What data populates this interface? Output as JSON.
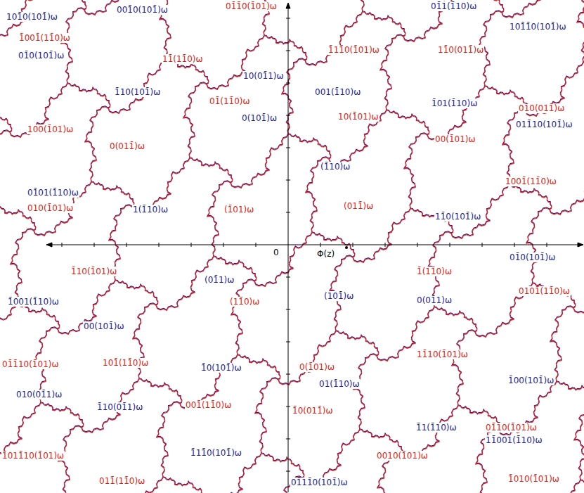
{
  "diagram": {
    "labels": [
      "101̄0(101̄)ω",
      "001̄0(101̄)ω",
      "01̄1̄0(1̄01)ω",
      "01̄1(1̄10)ω",
      "101̄1̄0(101̄)ω",
      "1̄001̄(11̄0)ω",
      "01̄0(101̄)ω",
      "11̄(11̄0)ω",
      "1̄11̄0(1̄01)ω",
      "11̄0(011̄)ω",
      "10(01̄1)ω",
      "1̄10(101̄)ω",
      "001(1̄10)ω",
      "01̄(11̄0)ω",
      "01̄0(011̄)ω",
      "1̄01(1̄10)ω",
      "100(1̄01)ω",
      "0(101̄)ω",
      "10(1̄01)ω",
      "011̄10(101̄)ω",
      "0(011̄)ω",
      "00(1̄01)ω",
      "(1̄10)ω",
      "1001̄(11̄0)ω",
      "01̄01(1̄10)ω",
      "010(1̄01)ω",
      "1(1̄10)ω",
      "(1̄01)ω",
      "(011̄)ω",
      "11̄0(101̄)ω",
      "0",
      "Φ(z)",
      "01̄0(101̄)ω",
      "1̄10(1̄01)ω",
      "(01̄1)ω",
      "1̄(11̄0)ω",
      "0101̄(11̄0)ω",
      "(11̄0)ω",
      "(101̄)ω",
      "0(01̄1)ω",
      "1̄001(1̄10)ω",
      "00(101̄)ω",
      "1̄0(101̄)ω",
      "101̄(11̄0)ω",
      "01̄1̄10(1̄01)ω",
      "11̄10(1̄01)ω",
      "0(1̄01)ω",
      "010(01̄1)ω",
      "01(1̄10)ω",
      "1̄00(101̄)ω",
      "001̄(11̄0)ω",
      "1̄10(01̄1)ω",
      "1̄0(011̄)ω",
      "1̄11̄0(101̄)ω",
      "1̄1(1̄10)ω",
      "01̄10(1̄01)ω",
      "11̄001(1̄10)ω",
      "1̄011̄10(1̄01)ω",
      "011̄(11̄0)ω",
      "01̄11̄0(101̄)ω",
      "0010(1̄01)ω",
      "1̄010(1̄01)ω"
    ]
  }
}
